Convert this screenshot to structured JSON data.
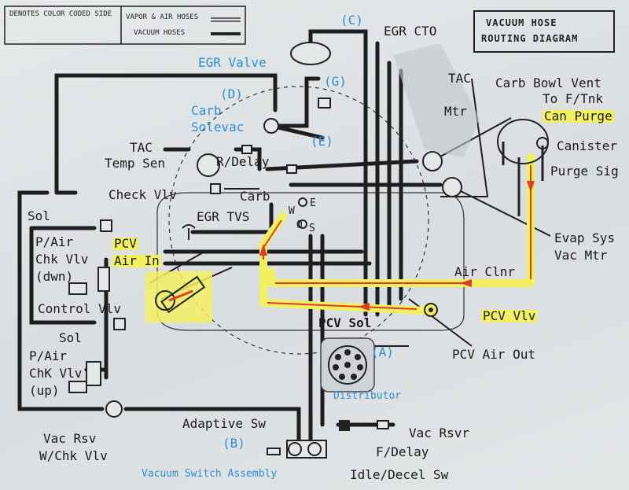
{
  "legend": {
    "color_coded": "DENOTES COLOR CODED SIDE",
    "vapor_air": "VAPOR & AIR HOSES",
    "vacuum": "VACUUM HOSES"
  },
  "title": {
    "line1": "VACUUM HOSE",
    "line2": "ROUTING DIAGRAM"
  },
  "labels": {
    "c": "(C)",
    "egr_cto": "EGR CTO",
    "egr_valve": "EGR Valve",
    "g": "(G)",
    "d": "(D)",
    "carb_solevac_1": "Carb",
    "carb_solevac_2": "Solevac",
    "e": "(E)",
    "tac": "TAC",
    "mtr": "Mtr",
    "tac_temp_1": "TAC",
    "tac_temp_2": "Temp Sen",
    "r_delay": "R/Delay",
    "check_vlv": "Check Vlv",
    "carb": "Carb",
    "sol_1": "Sol",
    "egr_tvs": "EGR TVS",
    "pair_dwn_1": "P/Air",
    "pair_dwn_2": "Chk Vlv",
    "pair_dwn_3": "(dwn)",
    "pcv_air_1": "PCV",
    "pcv_air_2": "Air In",
    "control_vlv": "Control Vlv",
    "sol_2": "Sol",
    "pair_up_1": "P/Air",
    "pair_up_2": "ChK Vlv",
    "pair_up_3": "(up)",
    "carb_bowl_1": "Carb Bowl Vent",
    "carb_bowl_2": "To F/Tnk",
    "can_purge": "Can Purge",
    "canister": "Canister",
    "purge_sig": "Purge Sig",
    "evap_1": "Evap Sys",
    "evap_2": "Vac Mtr",
    "air_clnr": "Air Clnr",
    "pcv_vlv": "PCV Vlv",
    "pcv_sol": "PCV Sol",
    "pcv_air_out": "PCV Air Out",
    "a": "(A)",
    "distributor": "Distributor",
    "vac_rsv_1": "Vac Rsv",
    "vac_rsv_2": "W/Chk Vlv",
    "adaptive_sw": "Adaptive Sw",
    "b": "(B)",
    "vac_rsvr": "Vac Rsvr",
    "f_delay": "F/Delay",
    "vss": "Vacuum Switch Assembly",
    "idle_decel": "Idle/Decel Sw",
    "w": "W",
    "e_small": "E",
    "o": "O",
    "s": "S"
  },
  "colors": {
    "line": "#1e1e1e",
    "blue_label": "#2b8fd6",
    "highlight": "#f3f060",
    "arrow": "#e03a2a"
  }
}
